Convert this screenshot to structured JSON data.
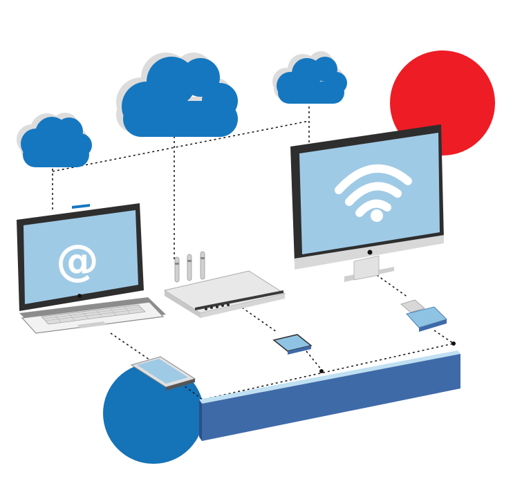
{
  "scene": {
    "colors": {
      "cloud": "#1577c0",
      "cloud_shadow": "#dcdcdc",
      "red_accent": "#ee1c25",
      "blue_accent": "#1573b8",
      "screen": "#9fcae6",
      "bezel": "#2e2e2e",
      "platform_top": "#bfe0f2",
      "platform_front": "#3f6aa8",
      "chip": "#8fc3e3"
    },
    "icons": [
      "cloud-icon",
      "laptop",
      "router",
      "monitor",
      "wifi-icon",
      "usb-stick",
      "sd-card",
      "tablet"
    ],
    "laptop_screen_symbol": "@"
  }
}
